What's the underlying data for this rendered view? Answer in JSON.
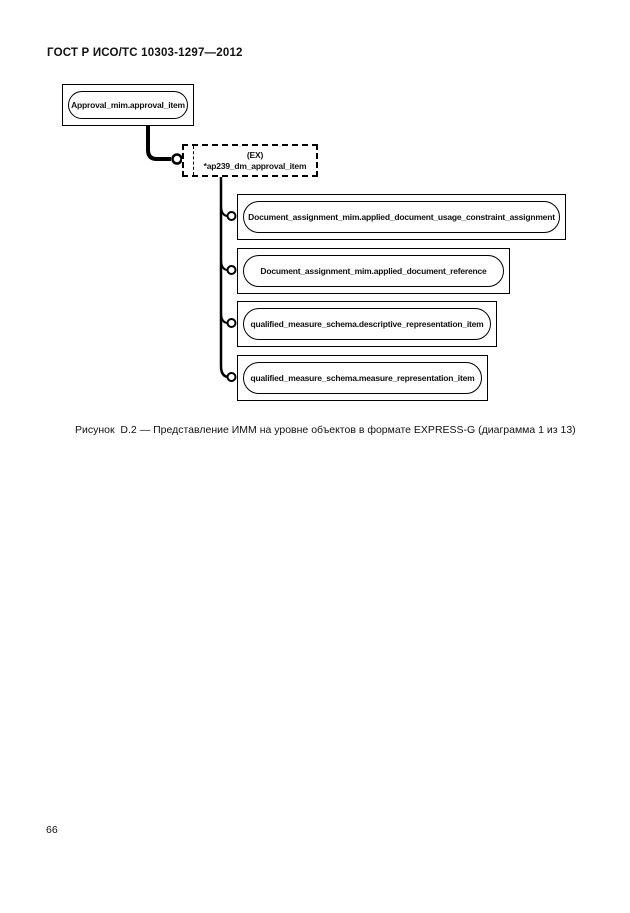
{
  "page": {
    "header": "ГОСТ Р ИСО/ТС 10303-1297—2012",
    "caption": "Рисунок  D.2 — Представление ИММ на уровне объектов в формате EXPRESS-G (диаграмма 1 из 13)",
    "page_number": "66"
  },
  "diagram": {
    "type": "express-g",
    "root": {
      "label": "Approval_mim.approval_item"
    },
    "external_ref": {
      "tag": "(EX)",
      "label": "*ap239_dm_approval_item"
    },
    "items": [
      {
        "label": "Document_assignment_mim.applied_document_usage_constraint_assignment"
      },
      {
        "label": "Document_assignment_mim.applied_document_reference"
      },
      {
        "label": "qualified_measure_schema.descriptive_representation_item"
      },
      {
        "label": "qualified_measure_schema.measure_representation_item"
      }
    ],
    "line_color": "#000000",
    "background_color": "#ffffff"
  }
}
